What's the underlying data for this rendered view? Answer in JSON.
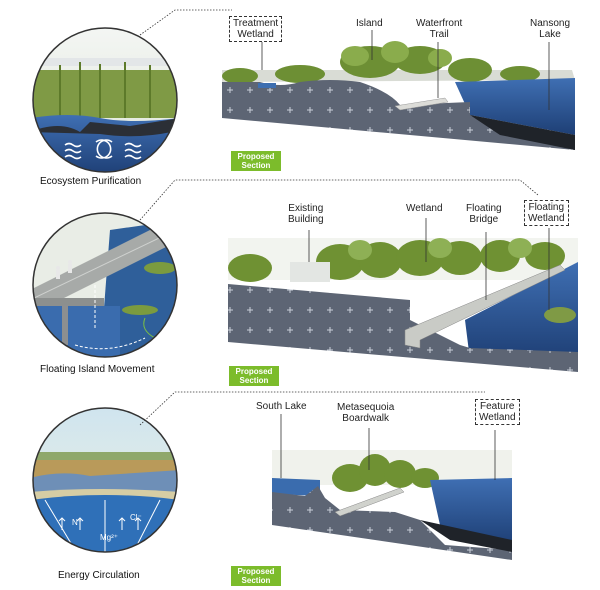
{
  "row1": {
    "circle_caption": "Ecosystem Purification",
    "labels": {
      "treatment_wetland": [
        "Treatment",
        "Wetland"
      ],
      "island": [
        "Island"
      ],
      "waterfront_trail": [
        "Waterfront",
        "Trail"
      ],
      "nansong_lake": [
        "Nansong",
        "Lake"
      ]
    },
    "badge": [
      "Proposed",
      "Section"
    ]
  },
  "row2": {
    "circle_caption": "Floating Island Movement",
    "labels": {
      "existing_building": [
        "Existing",
        "Building"
      ],
      "wetland": [
        "Wetland"
      ],
      "floating_bridge": [
        "Floating",
        "Bridge"
      ],
      "floating_wetland": [
        "Floating",
        "Wetland"
      ]
    },
    "badge": [
      "Proposed",
      "Section"
    ]
  },
  "row3": {
    "circle_caption": "Energy Circulation",
    "labels": {
      "south_lake": [
        "South Lake"
      ],
      "metasequoia_boardwalk": [
        "Metasequoia",
        "Boardwalk"
      ],
      "feature_wetland": [
        "Feature",
        "Wetland"
      ]
    },
    "ions": [
      "N⁺",
      "Mg²⁺",
      "Cl⁻"
    ],
    "badge": [
      "Proposed",
      "Section"
    ]
  },
  "colors": {
    "soil": "#5d6574",
    "water": "#2e5a9c",
    "vegetation": "#7a9a3a",
    "badge": "#7cbc2b"
  }
}
